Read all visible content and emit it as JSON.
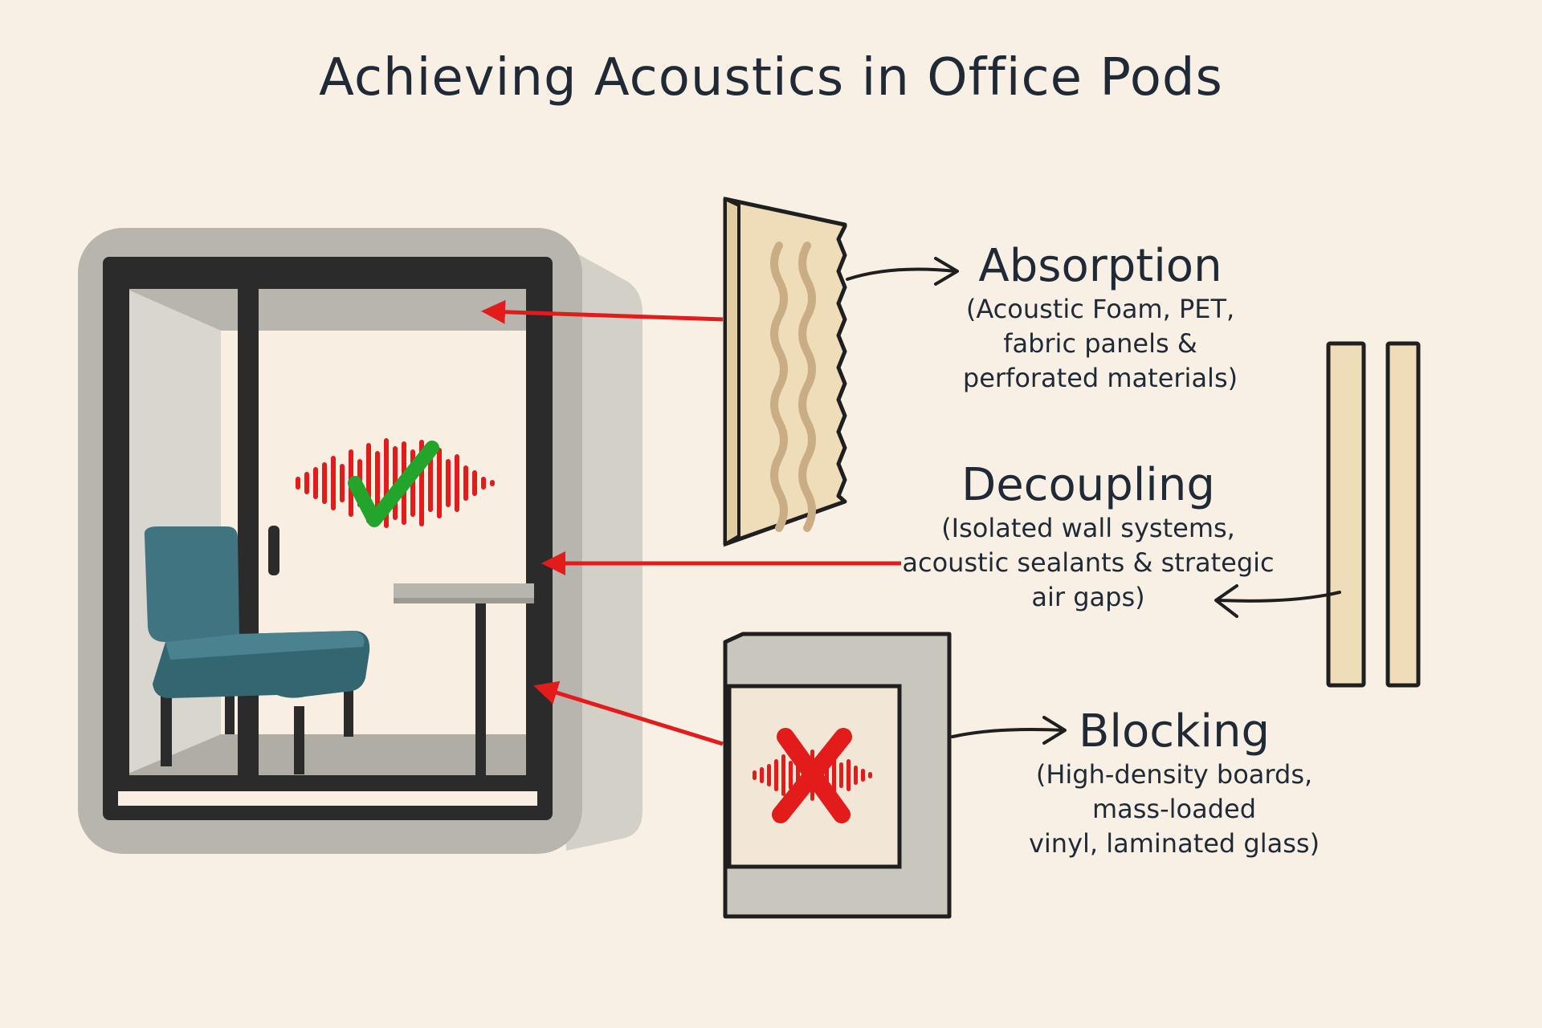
{
  "title": "Achieving Acoustics in Office Pods",
  "methods": [
    {
      "name": "Absorption",
      "details": "(Acoustic Foam, PET,\nfabric panels &\nperforated materials)"
    },
    {
      "name": "Decoupling",
      "details": "(Isolated wall systems,\nacoustic sealants & strategic\nair gaps)"
    },
    {
      "name": "Blocking",
      "details": "(High-density boards,\nmass-loaded\nvinyl, laminated glass)"
    }
  ],
  "colors": {
    "background": "#f9f0e5",
    "arrow": "#e31b1b",
    "check": "#22a52a",
    "chair": "#3f7480",
    "pod_shell": "#b8b5ae",
    "pod_frame": "#2b2b2b",
    "panel": "#efdcb8",
    "text": "#1f2a36"
  },
  "icons": [
    "sound-wave-icon",
    "check-icon",
    "cross-icon"
  ]
}
